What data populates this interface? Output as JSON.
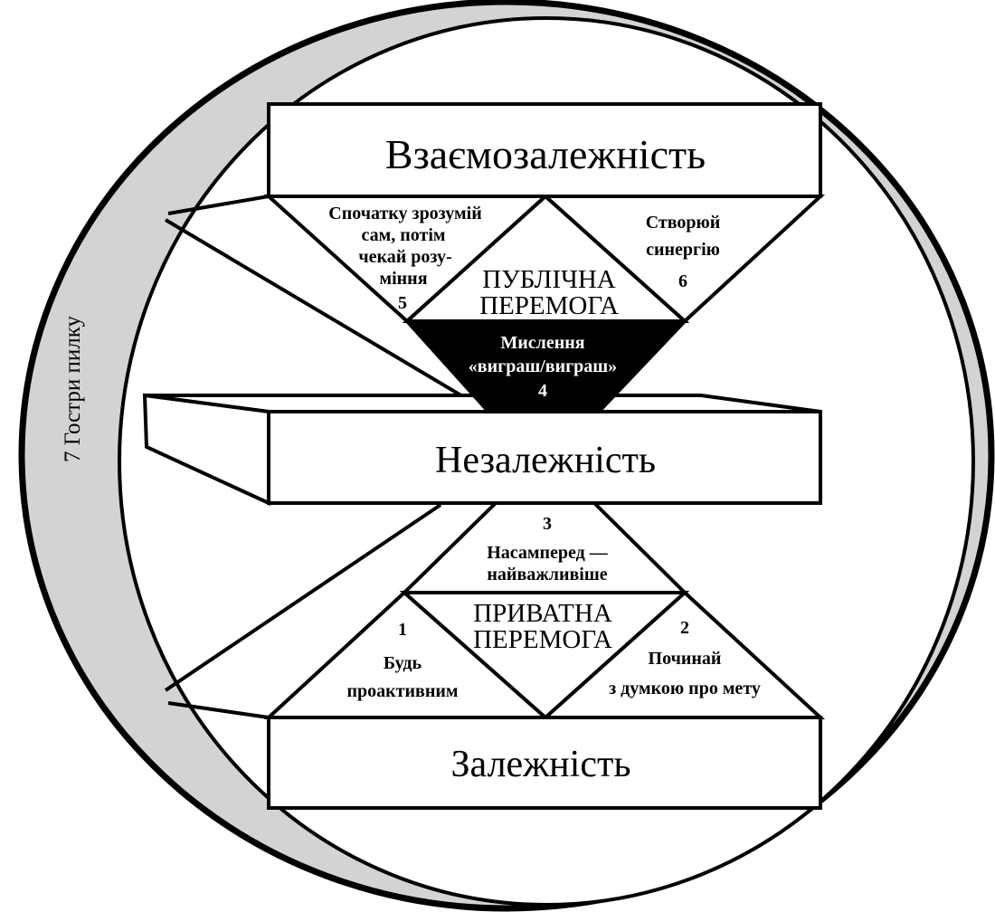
{
  "colors": {
    "band": "#d3d3d3",
    "outline": "#000000",
    "funnel": "#000000"
  },
  "levels": {
    "interdependence": "Взаємозалежність",
    "independence": "Незалежність",
    "dependence": "Залежність"
  },
  "public_victory": {
    "title_line1": "ПУБЛІЧНА",
    "title_line2": "ПЕРЕМОГА",
    "habit5": {
      "lines": [
        "Спочатку зрозумій",
        "сам, потім",
        "чекай розу-",
        "міння"
      ],
      "number": "5"
    },
    "habit6": {
      "lines": [
        "Створюй",
        "синергію"
      ],
      "number": "6"
    },
    "habit4": {
      "lines": [
        "Мислення",
        "«виграш/виграш»"
      ],
      "number": "4"
    }
  },
  "private_victory": {
    "title_line1": "ПРИВАТНА",
    "title_line2": "ПЕРЕМОГА",
    "habit3": {
      "lines": [
        "Насамперед —",
        "найважливіше"
      ],
      "number": "3"
    },
    "habit1": {
      "lines": [
        "Будь",
        "проактивним"
      ],
      "number": "1"
    },
    "habit2": {
      "lines": [
        "Починай",
        "з думкою про мету"
      ],
      "number": "2"
    }
  },
  "habit7": "7  Гостри пилку"
}
